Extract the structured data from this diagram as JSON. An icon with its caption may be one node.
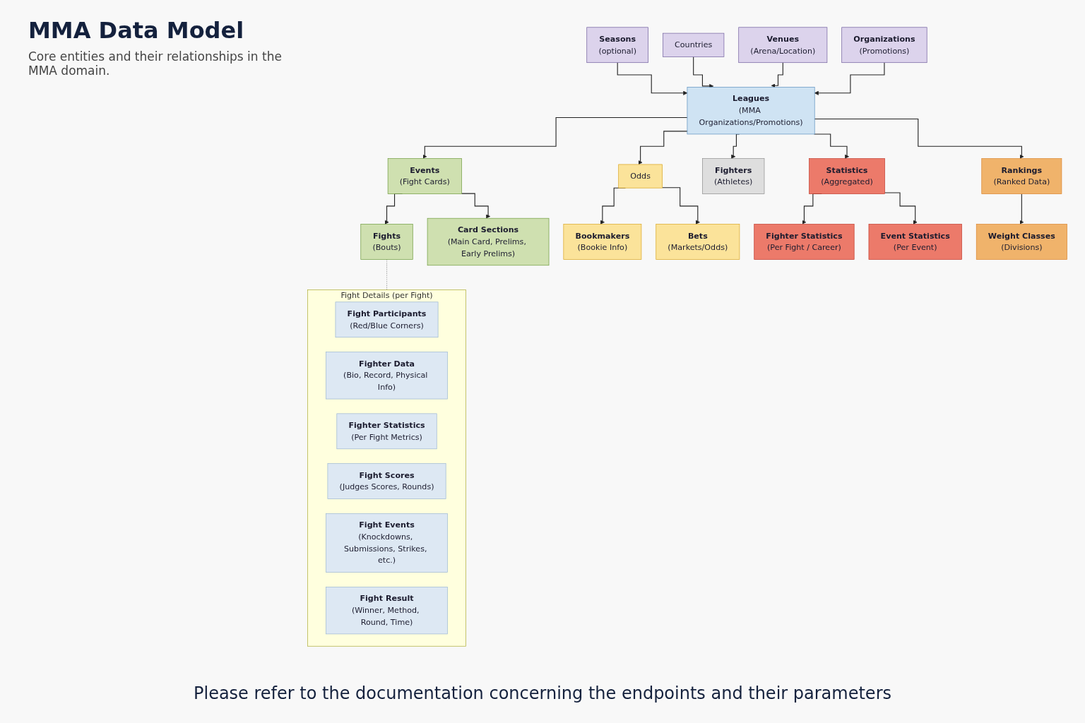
{
  "diagram": {
    "title": "MMA Data Model",
    "caption": "Please refer to the documentation concerning the endpoints and their parameters",
    "labels": [
      "Core entities and their relationships in the MMA domain."
    ],
    "nodes": [
      {
        "text": [
          "Seasons",
          "(optional)"
        ]
      },
      {
        "text": [
          "Countries"
        ]
      },
      {
        "text": [
          "Venues",
          "(Arena/Location)"
        ]
      },
      {
        "text": [
          "Organizations",
          "(Promotions)"
        ]
      },
      {
        "text": [
          "Leagues",
          "(MMA Organizations/Promotions)"
        ]
      },
      {
        "text": [
          "Events",
          "(Fight Cards)"
        ]
      },
      {
        "text": [
          "Odds"
        ]
      },
      {
        "text": [
          "Fighters",
          "(Athletes)"
        ]
      },
      {
        "text": [
          "Statistics",
          "(Aggregated)"
        ]
      },
      {
        "text": [
          "Rankings",
          "(Ranked Data)"
        ]
      },
      {
        "text": [
          "Fights",
          "(Bouts)"
        ]
      },
      {
        "text": [
          "Card Sections",
          "(Main Card, Prelims, Early Prelims)"
        ]
      },
      {
        "text": [
          "Bookmakers",
          "(Bookie Info)"
        ]
      },
      {
        "text": [
          "Bets",
          "(Markets/Odds)"
        ]
      },
      {
        "text": [
          "Fighter Statistics",
          "(Per Fight / Career)"
        ]
      },
      {
        "text": [
          "Event Statistics",
          "(Per Event)"
        ]
      },
      {
        "text": [
          "Weight Classes",
          "(Divisions)"
        ]
      },
      {
        "text": [
          "Fight Details (per Fight)"
        ]
      },
      {
        "text": [
          "Fight Participants",
          "(Red/Blue Corners)"
        ],
        "in": 17
      },
      {
        "text": [
          "Fighter Data",
          "(Bio, Record, Physical Info)"
        ],
        "in": 17
      },
      {
        "text": [
          "Fighter Statistics",
          "(Per Fight Metrics)"
        ],
        "in": 17
      },
      {
        "text": [
          "Fight Scores",
          "(Judges Scores, Rounds)"
        ],
        "in": 17
      },
      {
        "text": [
          "Fight Events",
          "(Knockdowns, Submissions, Strikes, etc.)"
        ],
        "in": 17
      },
      {
        "text": [
          "Fight Result",
          "(Winner, Method, Round, Time)"
        ],
        "in": 17
      }
    ],
    "edges": [
      {
        "from": 0,
        "to": 4,
        "arrow": "to"
      },
      {
        "from": 1,
        "to": 4,
        "arrow": "to"
      },
      {
        "from": 2,
        "to": 4,
        "arrow": "to"
      },
      {
        "from": 3,
        "to": 4,
        "arrow": "to"
      },
      {
        "from": 4,
        "to": 5,
        "arrow": "to"
      },
      {
        "from": 4,
        "to": 6,
        "arrow": "to"
      },
      {
        "from": 4,
        "to": 7,
        "arrow": "to"
      },
      {
        "from": 4,
        "to": 8,
        "arrow": "to"
      },
      {
        "from": 4,
        "to": 9,
        "arrow": "to"
      },
      {
        "from": 5,
        "to": 10,
        "arrow": "to"
      },
      {
        "from": 5,
        "to": 11,
        "arrow": "to"
      },
      {
        "from": 6,
        "to": 12,
        "arrow": "to"
      },
      {
        "from": 6,
        "to": 13,
        "arrow": "to"
      },
      {
        "from": 8,
        "to": 14,
        "arrow": "to"
      },
      {
        "from": 8,
        "to": 15,
        "arrow": "to"
      },
      {
        "from": 9,
        "to": 16,
        "arrow": "to"
      },
      {
        "from": 10,
        "to": 17,
        "arrow": "none",
        "style": "dashed",
        "color": "#aaaaaa"
      }
    ]
  }
}
